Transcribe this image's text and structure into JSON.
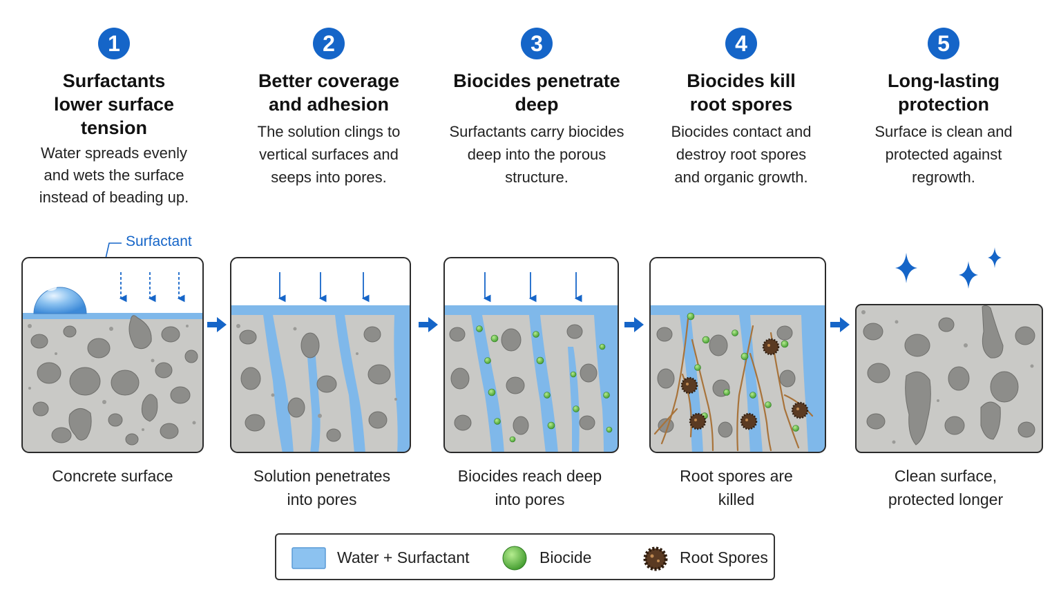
{
  "steps": [
    {
      "number": "1",
      "title": "Surfactants\nlower surface\ntension",
      "description": "Water spreads evenly\nand wets the surface\ninstead of beading up.",
      "caption": "Concrete surface"
    },
    {
      "number": "2",
      "title": "Better coverage\nand adhesion",
      "description": "The solution clings to\nvertical surfaces and\nseeps into pores.",
      "caption": "Solution penetrates\ninto pores"
    },
    {
      "number": "3",
      "title": "Biocides penetrate\ndeep",
      "description": "Surfactants carry biocides\ndeep into the porous\nstructure.",
      "caption": "Biocides reach deep\ninto pores"
    },
    {
      "number": "4",
      "title": "Biocides kill\nroot spores",
      "description": "Biocides contact and\ndestroy root spores\nand organic growth.",
      "caption": "Root spores are\nkilled"
    },
    {
      "number": "5",
      "title": "Long-lasting\nprotection",
      "description": "Surface is clean and\nprotected against\nregrowth.",
      "caption": "Clean surface,\nprotected longer"
    }
  ],
  "surfactant_label": "Surfactant",
  "legend": {
    "water": "Water + Surfactant",
    "biocide": "Biocide",
    "spores": "Root Spores"
  },
  "colors": {
    "accent": "#1565c8",
    "water": "#7fb8ea",
    "biocide": "#5cb545",
    "spore": "#5a3a22",
    "concrete": "#c9c9c6",
    "root": "#a8733a"
  }
}
